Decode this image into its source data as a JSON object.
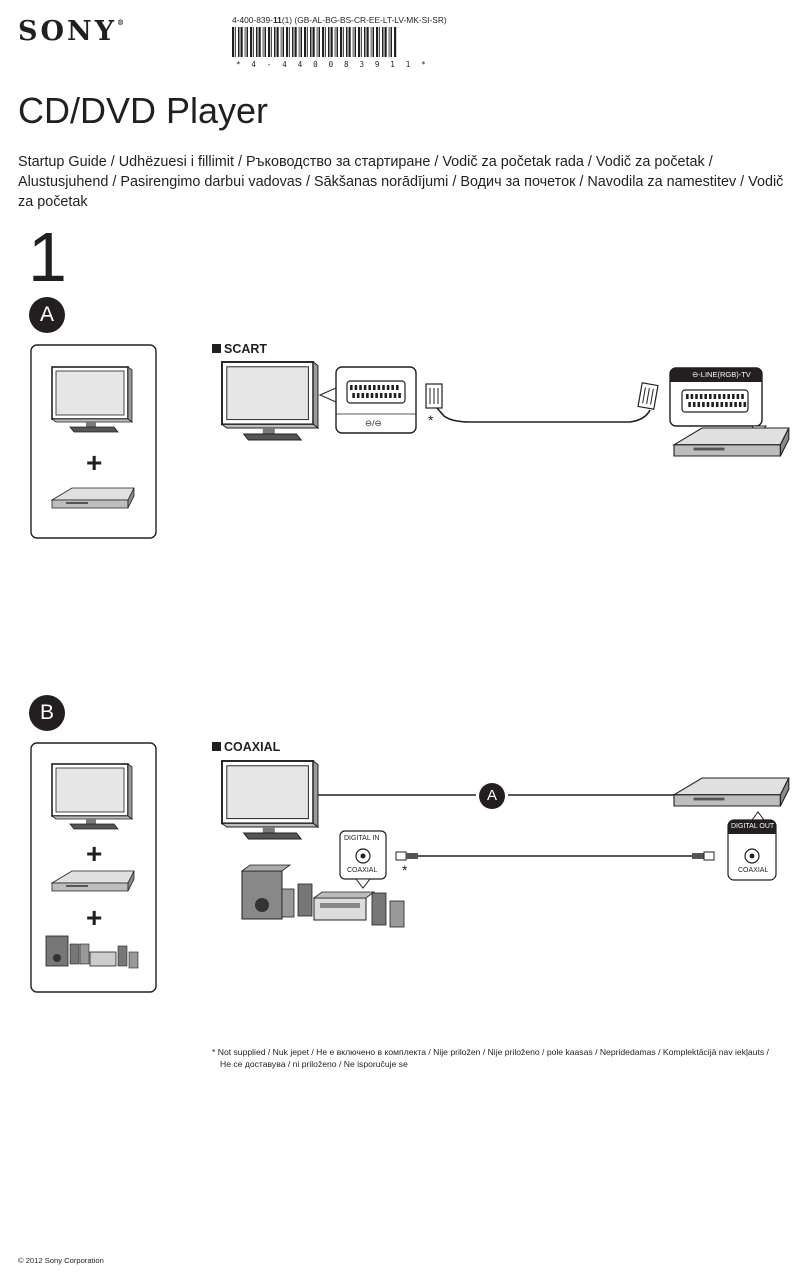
{
  "header": {
    "brand": "SONY",
    "brand_mark": "®",
    "doc_number_prefix": "4-400-839-",
    "doc_number_bold": "11",
    "doc_number_suffix": "(1) (GB-AL-BG-BS-CR-EE-LT-LV-MK-SI-SR)",
    "barcode_text": "* 4 - 4 4 0 0 8 3 9 1 1 *"
  },
  "title": "CD/DVD Player",
  "guide_titles": "Startup Guide / Udhëzuesi i fillimit / Ръководство за стартиране / Vodič za početak rada / Vodič za početak / Alustusjuhend / Pasirengimo darbui vadovas / Sākšanas norādījumi / Водич за почеток / Navodila za namestitev / Vodič za početak",
  "step_number": "1",
  "section_a": {
    "marker": "A",
    "connection_label": "SCART",
    "plus": "+",
    "tv_port_label": "⊖/⊖",
    "player_port_label": "⊖-LINE(RGB)-TV",
    "not_supplied_mark": "*"
  },
  "section_b": {
    "marker": "B",
    "connection_label": "COAXIAL",
    "plus1": "+",
    "plus2": "+",
    "hdmi_marker": "A",
    "receiver_port_top": "DIGITAL IN",
    "receiver_port_bottom": "COAXIAL",
    "player_port_top": "DIGITAL OUT",
    "player_port_bottom": "COAXIAL",
    "not_supplied_mark": "*"
  },
  "footnote": {
    "mark": "*",
    "line1": "Not supplied / Nuk jepet / Не е включено в комплекта / Nije priložen / Nije priloženo / pole kaasas / Nepridedamas / Komplektācijā nav iekļauts /",
    "line2": "Не се доставува / ni priloženo / Ne isporučuje se"
  },
  "copyright": "© 2012 Sony Corporation"
}
